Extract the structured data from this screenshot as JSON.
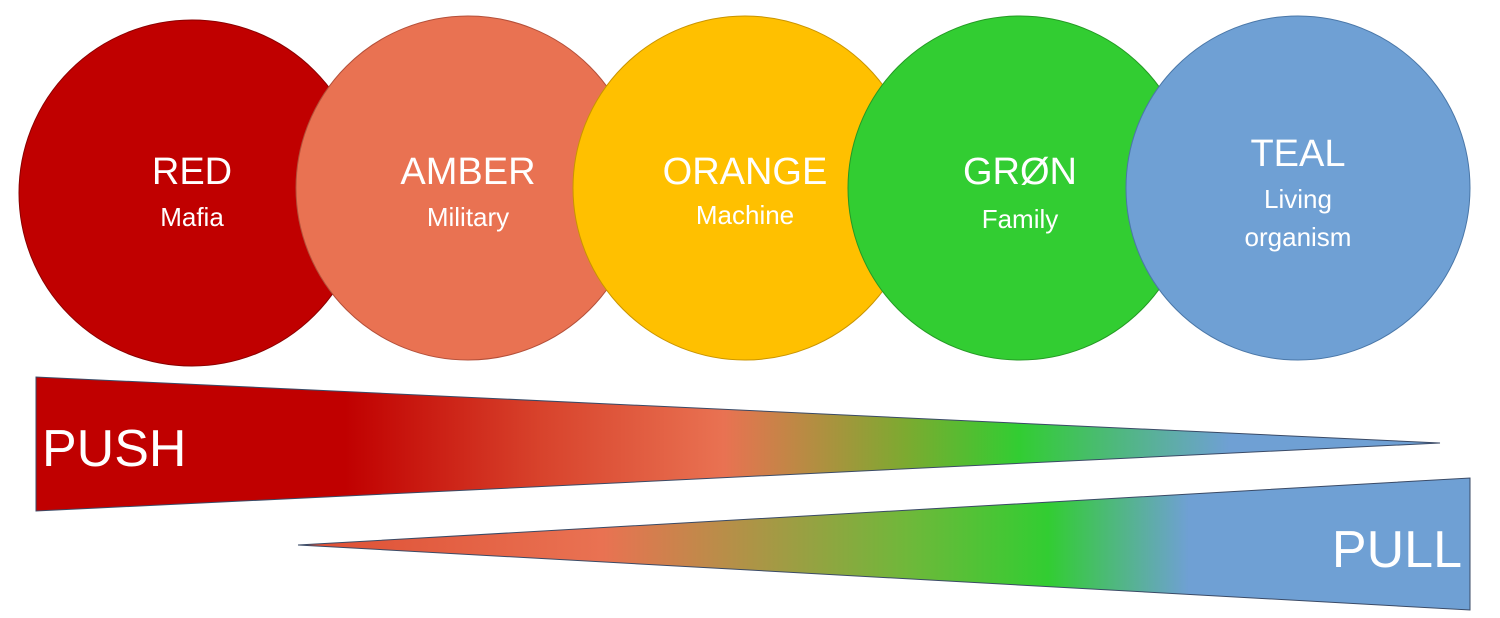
{
  "circles": [
    {
      "title": "RED",
      "subtitle": "Mafia",
      "color": "#C00000"
    },
    {
      "title": "AMBER",
      "subtitle": "Military",
      "color": "#E97252"
    },
    {
      "title": "ORANGE",
      "subtitle": "Machine",
      "color": "#FFC000"
    },
    {
      "title": "GRØN",
      "subtitle": "Family",
      "color": "#32CD32"
    },
    {
      "title": "TEAL",
      "subtitle_line1": "Living",
      "subtitle_line2": "organism",
      "color": "#6FA0D4"
    }
  ],
  "push": {
    "label": "PUSH"
  },
  "pull": {
    "label": "PULL"
  },
  "gradient_colors": [
    "#C00000",
    "#E97252",
    "#32CD32",
    "#6FA0D4"
  ]
}
